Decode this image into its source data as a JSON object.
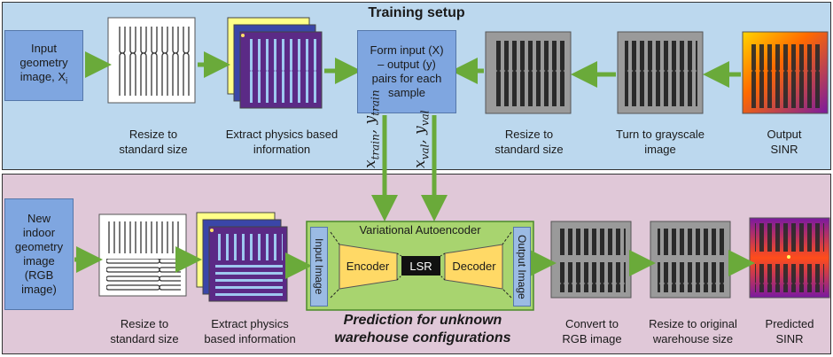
{
  "training": {
    "title": "Training setup",
    "input_box": "Input\ngeometry\nimage, X",
    "input_box_sub": "i",
    "form_box": "Form input (X)\n– output (y)\npairs for each\nsample",
    "captions": {
      "resize": "Resize to\nstandard size",
      "extract": "Extract physics based\ninformation",
      "resize_right": "Resize to\nstandard size",
      "grayscale": "Turn to grayscale\nimage",
      "output": "Output\nSINR"
    },
    "arrow_labels": {
      "train": "x",
      "train_sub": "train",
      "train_y": ", y",
      "train_y_sub": "train",
      "val": "x",
      "val_sub": "val",
      "val_y": ", y",
      "val_y_sub": "val"
    }
  },
  "prediction": {
    "input_box": "New\nindoor\ngeometry\nimage\n(RGB\nimage)",
    "captions": {
      "resize": "Resize to\nstandard size",
      "extract": "Extract physics\nbased information",
      "convert": "Convert to\nRGB image",
      "resize_orig": "Resize to original\nwarehouse size",
      "predicted": "Predicted\nSINR"
    },
    "section_title": "Prediction for unknown\nwarehouse configurations",
    "vae": {
      "title": "Variational Autoencoder",
      "input_label": "Input Image",
      "output_label": "Output Image",
      "encoder": "Encoder",
      "lsr": "LSR",
      "decoder": "Decoder"
    }
  },
  "colors": {
    "top_bg": "#bcd8ee",
    "bottom_bg": "#e0c8d8",
    "arrow": "#6aaa3a",
    "box_blue": "#7fa6e0",
    "vae_green": "#a8d46f",
    "encoder_yellow": "#ffd966",
    "physics_purple": "#5b2a86"
  }
}
